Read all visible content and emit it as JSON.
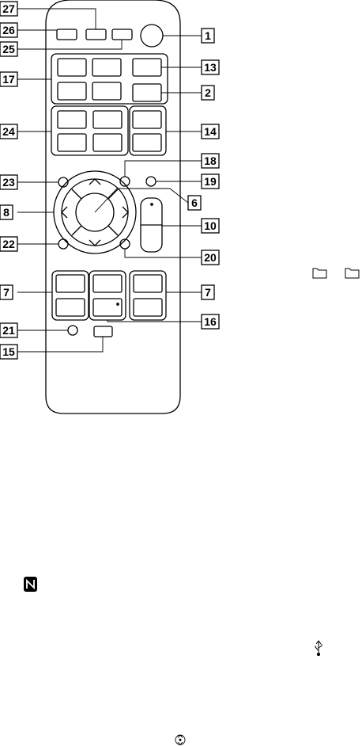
{
  "callouts": {
    "c1": "1",
    "c2": "2",
    "c6": "6",
    "c7a": "7",
    "c7b": "7",
    "c8": "8",
    "c10": "10",
    "c13": "13",
    "c14": "14",
    "c15": "15",
    "c16": "16",
    "c17": "17",
    "c18": "18",
    "c19": "19",
    "c20": "20",
    "c21": "21",
    "c22": "22",
    "c23": "23",
    "c24": "24",
    "c25": "25",
    "c26": "26",
    "c27": "27"
  },
  "icons": {
    "nfc": "nfc-n-mark-icon",
    "folder": "folder-icon",
    "usb": "usb-icon",
    "enter": "enter-circle-icon"
  }
}
